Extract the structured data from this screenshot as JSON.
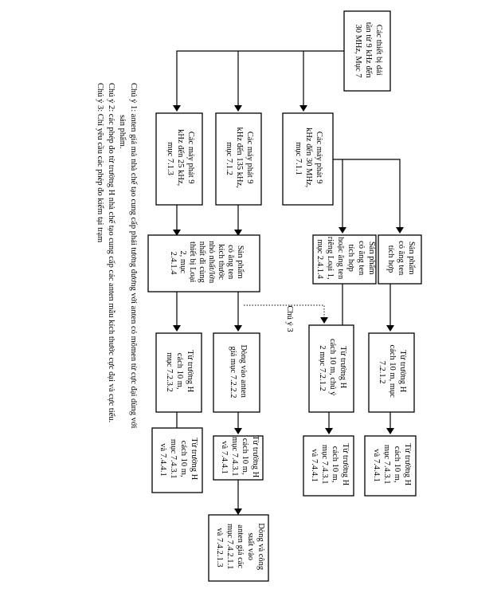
{
  "diagram": {
    "root": {
      "lines": [
        "Các thiết bị dải",
        "tần từ 9 kHz đến",
        "30 MHz, Mục 7"
      ]
    },
    "level1": [
      {
        "lines": [
          "Các máy phát 9",
          "kHz đến 30 MHz,",
          "mục 7.1.1"
        ]
      },
      {
        "lines": [
          "Các máy phát 9",
          "kHz đến 135 kHz,",
          "mục 7.1.2"
        ]
      },
      {
        "lines": [
          "Các máy phát 9",
          "kHz đến 25 kHz,",
          "mục 7.1.3"
        ]
      }
    ],
    "level2": [
      {
        "lines": [
          "Sản phẩm",
          "có ăng ten",
          "tích hợp"
        ]
      },
      {
        "lines": [
          "Sản phẩm",
          "có ăng ten",
          "tích hợp",
          "hoặc ăng ten",
          "riêng Loại 1,",
          "mục 2.4.1.4"
        ]
      },
      {
        "lines": [
          "Sản phẩm",
          "có ăng ten",
          "kích thước",
          "nhỏ nhất/lớn",
          "nhất đi cùng",
          "thiết bị Loại",
          "2, mục",
          "2.4.1.4"
        ]
      }
    ],
    "level3": [
      {
        "bold": "H",
        "lines": [
          "Từ trường H",
          "cách 10 m, mục",
          "7.2.1.2"
        ]
      },
      {
        "bold": "H",
        "lines": [
          "Từ trường H",
          "cách 10 m, chú ý",
          "2 mục 7.2.1.2"
        ]
      },
      {
        "bold": "",
        "lines": [
          "Dòng vào anten",
          "giả mục 7.2.2.2"
        ]
      },
      {
        "bold": "H",
        "lines": [
          "Từ trường H",
          "cách 10 m,",
          "mục 7.2.3.2"
        ]
      }
    ],
    "level4": [
      {
        "bold": "H",
        "lines": [
          "Từ trường H",
          "cách 10 m,",
          "mục 7.4.3.1",
          "và 7.4.4.1"
        ]
      },
      {
        "bold": "H",
        "lines": [
          "Từ trường H",
          "cách 10 m,",
          "mục 7.4.3.1",
          "và 7.4.4.1"
        ]
      },
      {
        "bold": "H",
        "lines": [
          "Từ trường H",
          "cách 10 m,",
          "mục 7.4.3.1",
          "và 7.4.4.1"
        ]
      },
      {
        "bold": "H",
        "lines": [
          "Từ trường H",
          "cách 10 m,",
          "mục 7.4.3.1",
          "và 7.4.4.1"
        ]
      }
    ],
    "level5": {
      "lines": [
        "Dòng và công",
        "suất vào",
        "anten giả các",
        "mục 7.4.2.1.1",
        "và 7.4.2.1.3"
      ]
    },
    "note_marker": "Chú ý 3"
  },
  "notes": [
    "Chú ý 1: anten giả mà nhà chế tạo cung cấp phải tương đương với anten có mômen từ cực đại dùng với",
    "sản phẩm.",
    "Chú ý 2: các phép đo từ trường H nhà chế tạo cung cấp các anten mẫu kích thước cực đại và cực tiểu.",
    "Chú ý 3: Chỉ yêu cầu các phép đo kiểm tại trạm"
  ]
}
